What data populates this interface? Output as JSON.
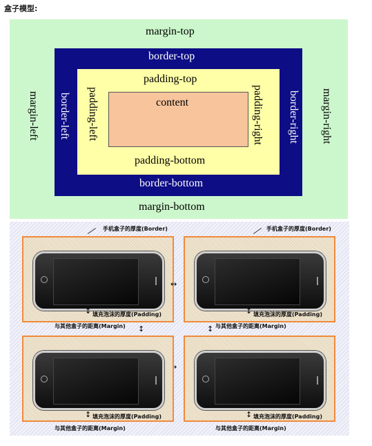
{
  "heading": "盒子模型:",
  "box_model": {
    "margin_top": "margin-top",
    "margin_bottom": "margin-bottom",
    "margin_left": "margin-left",
    "margin_right": "margin-right",
    "border_top": "border-top",
    "border_bottom": "border-bottom",
    "border_left": "border-left",
    "border_right": "border-right",
    "padding_top": "padding-top",
    "padding_bottom": "padding-bottom",
    "padding_left": "padding-left",
    "padding_right": "padding-right",
    "content": "content",
    "colors": {
      "margin": "#ccf7cc",
      "border": "#0d0d86",
      "padding": "#ffffa8",
      "content": "#f8c49c"
    }
  },
  "phones": {
    "border_label": "手机盒子的厚度(Border)",
    "padding_label": "填充泡沫的厚度(Padding)",
    "margin_label": "与其他盒子的距离(Margin)"
  }
}
